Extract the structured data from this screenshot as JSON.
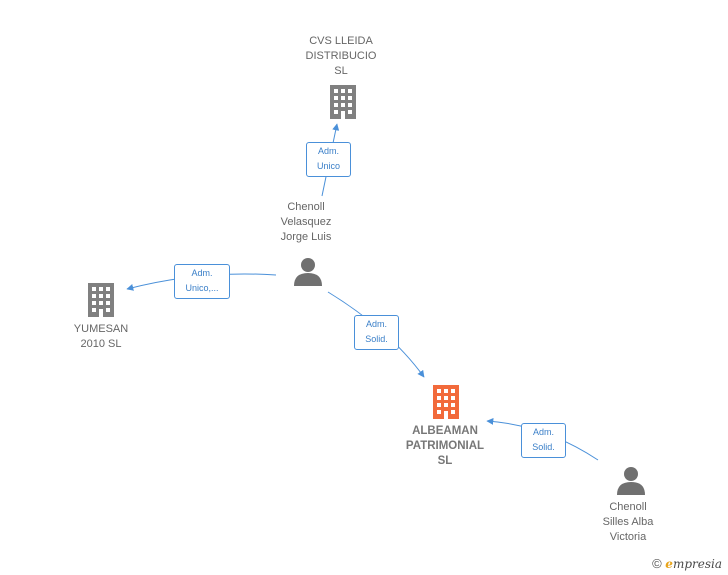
{
  "colors": {
    "edge": "#4a90d9",
    "company": "#808080",
    "company_highlight": "#f26a3b",
    "person": "#707070"
  },
  "nodes": {
    "cvs": {
      "label": "CVS LLEIDA\nDISTRIBUCIO\nSL",
      "icon": "building-icon"
    },
    "chenoll_jorge": {
      "label": "Chenoll\nVelasquez\nJorge Luis",
      "icon": "person-icon"
    },
    "yumesan": {
      "label": "YUMESAN\n2010 SL",
      "icon": "building-icon"
    },
    "albeaman": {
      "label": "ALBEAMAN\nPATRIMONIAL\nSL",
      "icon": "building-icon"
    },
    "chenoll_alba": {
      "label": "Chenoll\nSilles Alba\nVictoria",
      "icon": "person-icon"
    }
  },
  "edges": {
    "jorge_cvs": "Adm.\nUnico",
    "jorge_yumesan": "Adm.\nUnico,...",
    "jorge_albeaman": "Adm.\nSolid.",
    "alba_albeaman": "Adm.\nSolid."
  },
  "footer": {
    "symbol": "©",
    "brand_initial": "e",
    "brand_rest": "mpresia"
  }
}
